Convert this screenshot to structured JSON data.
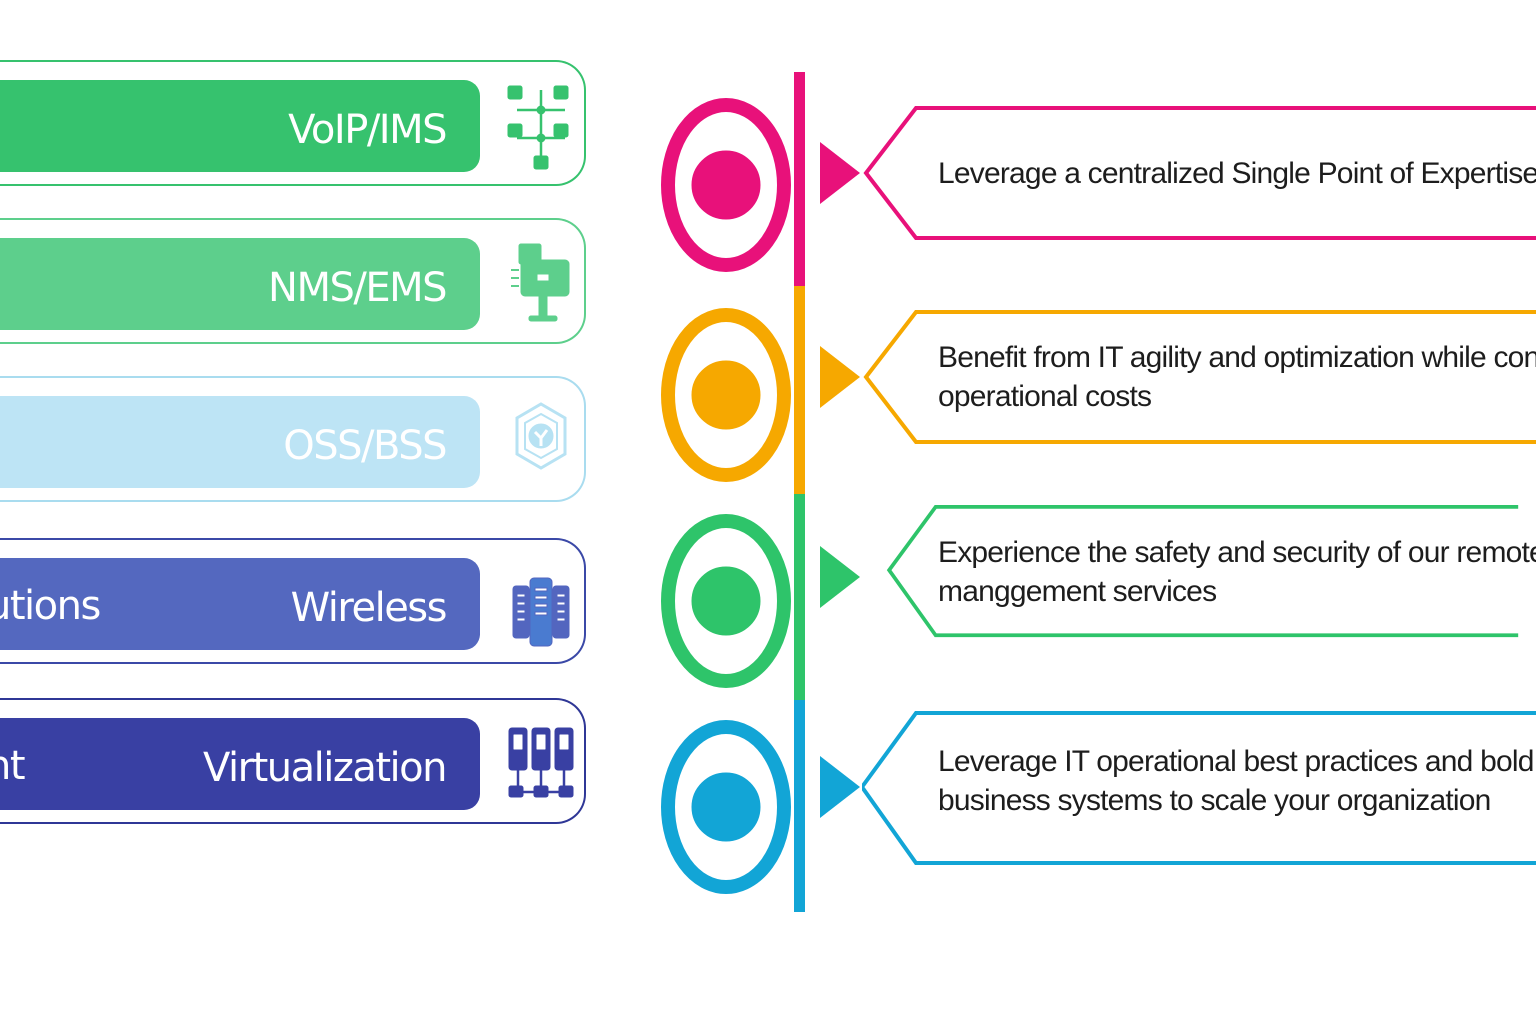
{
  "categories": [
    {
      "label": "VoIP/IMS",
      "partial": "",
      "accent": "#36c26e",
      "fill": "#36c26e",
      "border": "#36c26e",
      "icon": "network-tree-icon"
    },
    {
      "label": "NMS/EMS",
      "partial": "",
      "accent": "#5dcf8c",
      "fill": "#5dcf8c",
      "border": "#5dcf8c",
      "icon": "signpost-terminal-icon"
    },
    {
      "label": "OSS/BSS",
      "partial": "",
      "accent": "#b7e2f3",
      "fill": "#bde4f5",
      "border": "#a9dcef",
      "icon": "hexagon-shield-icon"
    },
    {
      "label": "Wireless",
      "partial": "utions",
      "accent": "#5366bf",
      "fill": "#5468bf",
      "border": "#3b49a7",
      "icon": "server-rack-icon"
    },
    {
      "label": "Virtualization",
      "partial": "nt",
      "accent": "#3940a3",
      "fill": "#3940a3",
      "border": "#2f3796",
      "icon": "linked-servers-icon"
    }
  ],
  "benefits": [
    {
      "lines": [
        "Leverage a centralized Single Point of Expertise for"
      ],
      "color": "#e8117a"
    },
    {
      "lines": [
        "Benefit from IT agility and optimization while contro",
        "operational costs"
      ],
      "color": "#f6a800"
    },
    {
      "lines": [
        "Experience the safety and security of our remote",
        "manggement services"
      ],
      "color": "#2ec46a"
    },
    {
      "lines": [
        "Leverage IT operational best practices and bold",
        "business systems to scale your organization"
      ],
      "color": "#12a5d6"
    }
  ]
}
